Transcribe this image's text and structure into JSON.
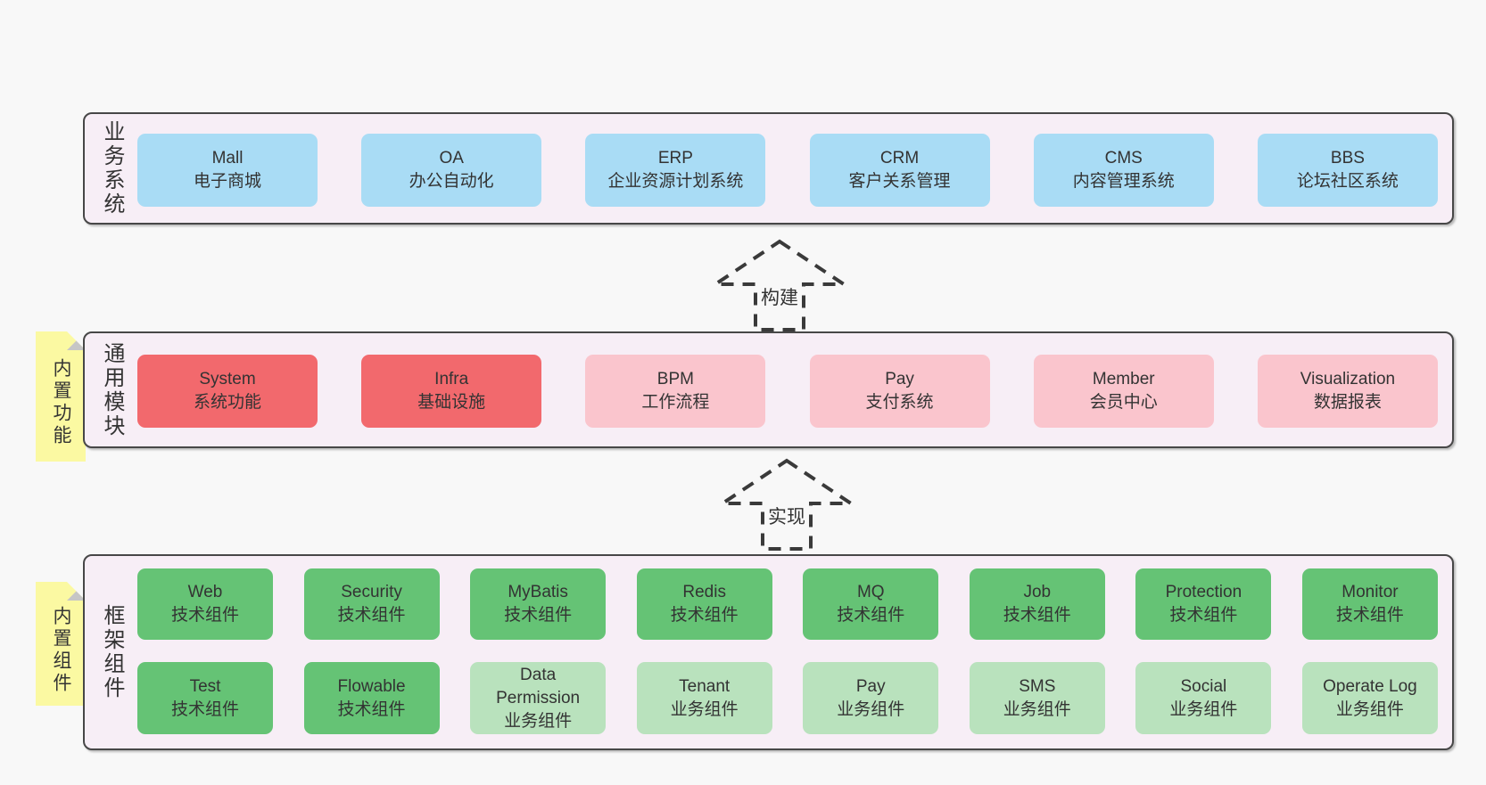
{
  "colors": {
    "page_background": "#f8f8f8",
    "panel_background": "#f7eef6",
    "panel_border": "#474747",
    "blue": "#a9dcf5",
    "red": "#f2696d",
    "pink": "#fac5cd",
    "green": "#65c375",
    "light_green": "#b9e2bd",
    "tag_yellow": "#fbf9a2",
    "tag_fold": "#c6c6c6",
    "text": "#333333"
  },
  "arrows": [
    {
      "label": "构建"
    },
    {
      "label": "实现"
    }
  ],
  "sections": [
    {
      "label": "业务系统",
      "boxes": [
        {
          "title": "Mall",
          "subtitle": "电子商城",
          "variant": "blue"
        },
        {
          "title": "OA",
          "subtitle": "办公自动化",
          "variant": "blue"
        },
        {
          "title": "ERP",
          "subtitle": "企业资源计划系统",
          "variant": "blue"
        },
        {
          "title": "CRM",
          "subtitle": "客户关系管理",
          "variant": "blue"
        },
        {
          "title": "CMS",
          "subtitle": "内容管理系统",
          "variant": "blue"
        },
        {
          "title": "BBS",
          "subtitle": "论坛社区系统",
          "variant": "blue"
        }
      ]
    },
    {
      "label": "通用模块",
      "tag": "内置功能",
      "boxes": [
        {
          "title": "System",
          "subtitle": "系统功能",
          "variant": "red"
        },
        {
          "title": "Infra",
          "subtitle": "基础设施",
          "variant": "red"
        },
        {
          "title": "BPM",
          "subtitle": "工作流程",
          "variant": "pink"
        },
        {
          "title": "Pay",
          "subtitle": "支付系统",
          "variant": "pink"
        },
        {
          "title": "Member",
          "subtitle": "会员中心",
          "variant": "pink"
        },
        {
          "title": "Visualization",
          "subtitle": "数据报表",
          "variant": "pink"
        }
      ]
    },
    {
      "label": "框架组件",
      "tag": "内置组件",
      "rows": [
        [
          {
            "title": "Web",
            "subtitle": "技术组件",
            "variant": "green"
          },
          {
            "title": "Security",
            "subtitle": "技术组件",
            "variant": "green"
          },
          {
            "title": "MyBatis",
            "subtitle": "技术组件",
            "variant": "green"
          },
          {
            "title": "Redis",
            "subtitle": "技术组件",
            "variant": "green"
          },
          {
            "title": "MQ",
            "subtitle": "技术组件",
            "variant": "green"
          },
          {
            "title": "Job",
            "subtitle": "技术组件",
            "variant": "green"
          },
          {
            "title": "Protection",
            "subtitle": "技术组件",
            "variant": "green"
          },
          {
            "title": "Monitor",
            "subtitle": "技术组件",
            "variant": "green"
          }
        ],
        [
          {
            "title": "Test",
            "subtitle": "技术组件",
            "variant": "green"
          },
          {
            "title": "Flowable",
            "subtitle": "技术组件",
            "variant": "green"
          },
          {
            "title": "Data Permission",
            "subtitle": "业务组件",
            "variant": "lightgreen"
          },
          {
            "title": "Tenant",
            "subtitle": "业务组件",
            "variant": "lightgreen"
          },
          {
            "title": "Pay",
            "subtitle": "业务组件",
            "variant": "lightgreen"
          },
          {
            "title": "SMS",
            "subtitle": "业务组件",
            "variant": "lightgreen"
          },
          {
            "title": "Social",
            "subtitle": "业务组件",
            "variant": "lightgreen"
          },
          {
            "title": "Operate Log",
            "subtitle": "业务组件",
            "variant": "lightgreen"
          }
        ]
      ]
    }
  ]
}
